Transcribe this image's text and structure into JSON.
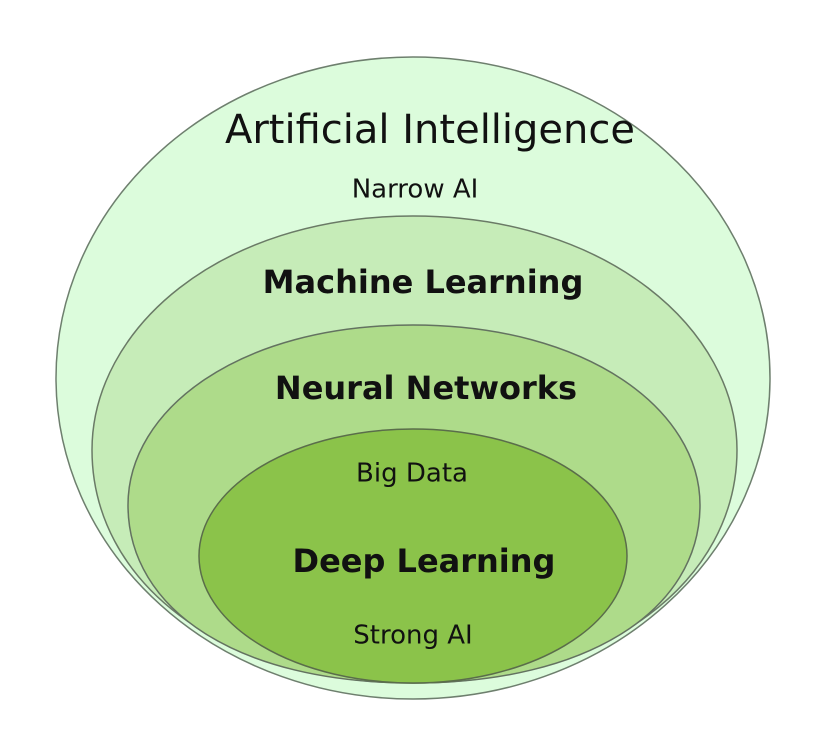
{
  "layers": {
    "ai": {
      "title": "Artificial Intelligence",
      "subtitle": "Narrow AI",
      "fill": "#dcfcdc",
      "stroke": "#6e7f6e"
    },
    "ml": {
      "title": "Machine Learning",
      "fill": "#c6ecb8",
      "stroke": "#6a7a66"
    },
    "nn": {
      "title": "Neural Networks",
      "fill": "#aedb8a",
      "stroke": "#637260"
    },
    "dl": {
      "top_label": "Big Data",
      "title": "Deep Learning",
      "bottom_label": "Strong AI",
      "fill": "#8bc34a",
      "stroke": "#5a6d4a"
    }
  }
}
